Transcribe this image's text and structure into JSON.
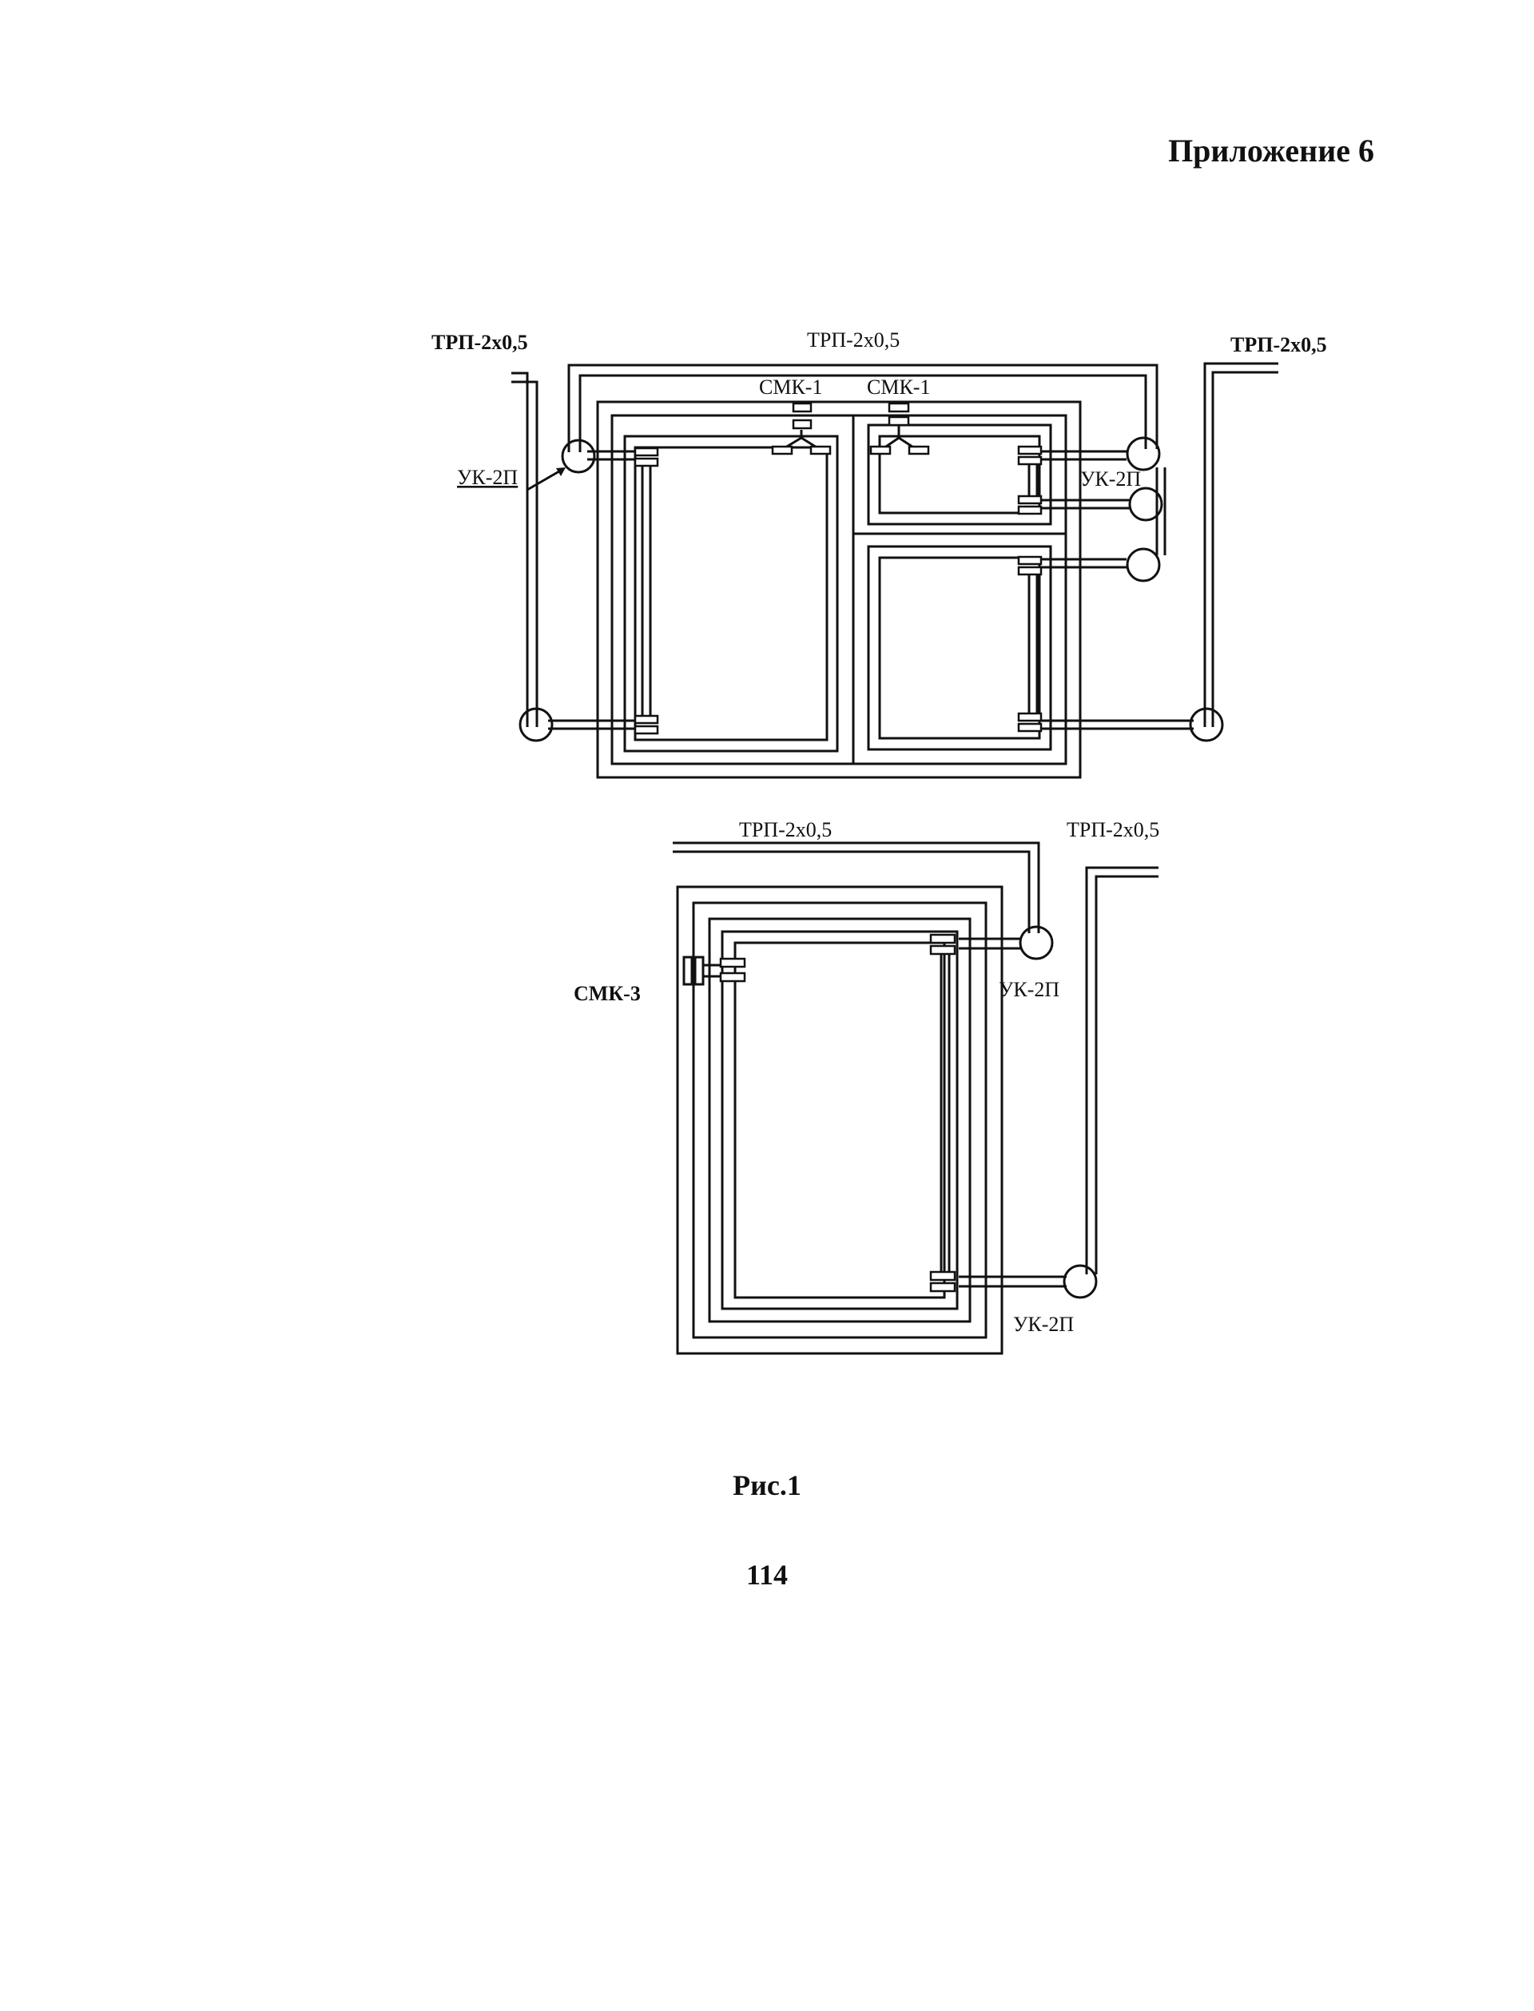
{
  "header": {
    "appendix": "Приложение 6"
  },
  "figure1": {
    "labels": {
      "cable_left": "ТРП-2х0,5",
      "cable_top": "ТРП-2х0,5",
      "cable_right": "ТРП-2х0,5",
      "smk_left": "СМК-1",
      "smk_right": "СМК-1",
      "uk_left": "УК-2П",
      "uk_right": "УК-2П"
    }
  },
  "figure2": {
    "labels": {
      "cable_top": "ТРП-2х0,5",
      "cable_right": "ТРП-2х0,5",
      "smk": "СМК-3",
      "uk_top": "УК-2П",
      "uk_bottom": "УК-2П"
    }
  },
  "caption": "Рис.1",
  "page_number": "114"
}
